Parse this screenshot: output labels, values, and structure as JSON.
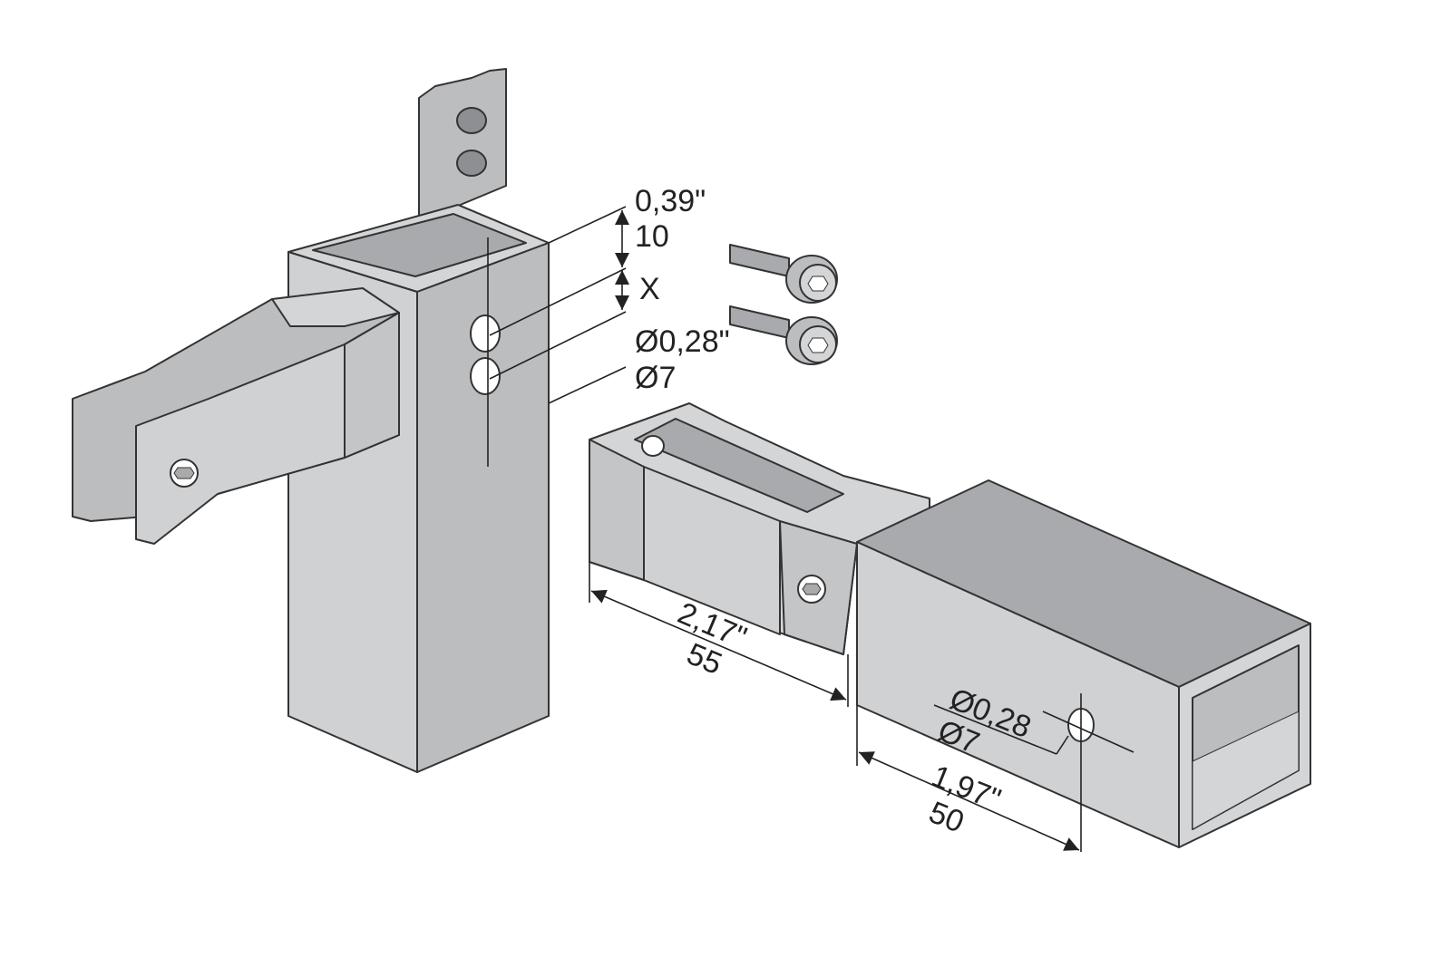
{
  "colors": {
    "light": "#d4d5d7",
    "mid": "#bcbdbf",
    "dark": "#9d9ea1",
    "line": "#222222"
  },
  "labels": {
    "post_offset_in": "0,39\"",
    "post_offset_mm": "10",
    "post_spacing": "X",
    "post_hole_in": "Ø0,28\"",
    "post_hole_mm": "Ø7",
    "bracket_length_in": "2,17\"",
    "bracket_length_mm": "55",
    "tube_hole_in": "Ø0,28",
    "tube_hole_mm": "Ø7",
    "tube_hole_dist_in": "1,97\"",
    "tube_hole_dist_mm": "50"
  }
}
